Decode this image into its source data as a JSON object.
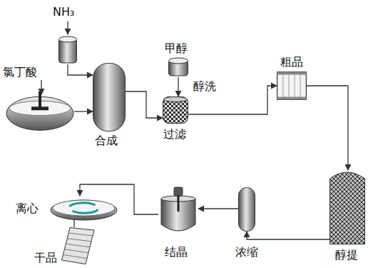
{
  "diagram": {
    "nodes": [
      {
        "text": [
          "NH₃"
        ]
      },
      {
        "text": [
          "氯丁酸"
        ]
      },
      {
        "text": [
          "合成"
        ]
      },
      {
        "text": [
          "甲醇"
        ]
      },
      {
        "text": [
          "过滤"
        ]
      },
      {
        "text": [
          "粗品"
        ]
      },
      {
        "text": [
          "醇提"
        ]
      },
      {
        "text": [
          "浓缩"
        ]
      },
      {
        "text": [
          "结晶"
        ]
      },
      {
        "text": [
          "离心"
        ]
      },
      {
        "text": [
          "干品"
        ]
      }
    ],
    "edges": [
      {
        "from": 0,
        "to": 2,
        "arrow": "to"
      },
      {
        "from": 1,
        "to": 2,
        "arrow": "to"
      },
      {
        "from": 3,
        "to": 4,
        "label": "醇洗",
        "arrow": "to"
      },
      {
        "from": 2,
        "to": 4,
        "arrow": "to"
      },
      {
        "from": 4,
        "to": 5,
        "arrow": "to"
      },
      {
        "from": 5,
        "to": 6,
        "arrow": "to"
      },
      {
        "from": 6,
        "to": 7,
        "arrow": "to"
      },
      {
        "from": 7,
        "to": 8,
        "arrow": "to"
      },
      {
        "from": 8,
        "to": 9,
        "arrow": "to"
      },
      {
        "from": 9,
        "to": 10,
        "arrow": "none"
      }
    ]
  }
}
